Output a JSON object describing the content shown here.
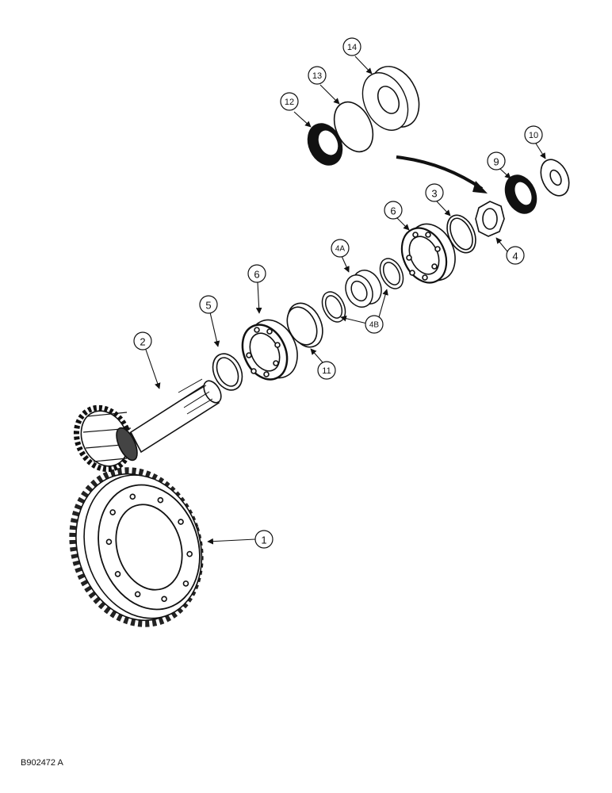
{
  "figure_code": "B902472 A",
  "callouts": [
    {
      "id": "c1",
      "label": "1"
    },
    {
      "id": "c2",
      "label": "2"
    },
    {
      "id": "c3",
      "label": "3"
    },
    {
      "id": "c4",
      "label": "4"
    },
    {
      "id": "c4A",
      "label": "4A"
    },
    {
      "id": "c4B",
      "label": "4B"
    },
    {
      "id": "c5",
      "label": "5"
    },
    {
      "id": "c6a",
      "label": "6"
    },
    {
      "id": "c6b",
      "label": "6"
    },
    {
      "id": "c9",
      "label": "9"
    },
    {
      "id": "c10",
      "label": "10"
    },
    {
      "id": "c11",
      "label": "11"
    },
    {
      "id": "c12",
      "label": "12"
    },
    {
      "id": "c13",
      "label": "13"
    },
    {
      "id": "c14",
      "label": "14"
    }
  ]
}
